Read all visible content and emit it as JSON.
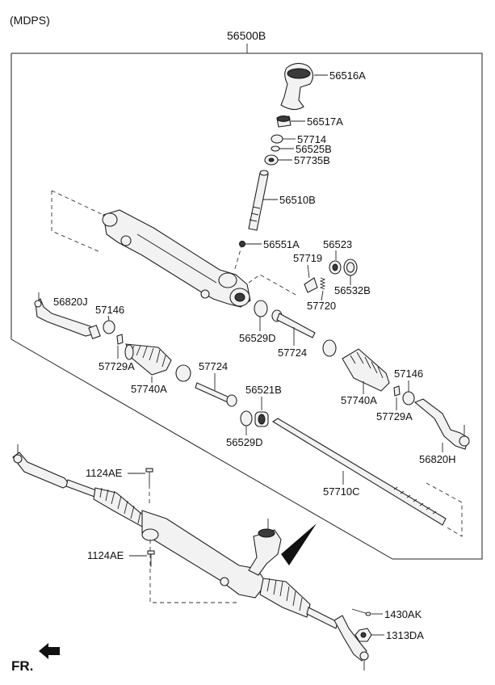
{
  "header": "(MDPS)",
  "assembly_label": "56500B",
  "fr_label": "FR.",
  "parts": {
    "p56516A": "56516A",
    "p56517A": "56517A",
    "p57714": "57714",
    "p56525B": "56525B",
    "p57735B": "57735B",
    "p56510B": "56510B",
    "p56551A": "56551A",
    "p56523": "56523",
    "p57719": "57719",
    "p56532B": "56532B",
    "p57720": "57720",
    "p56820J": "56820J",
    "p57146_l": "57146",
    "p57729A_l": "57729A",
    "p57740A_l": "57740A",
    "p56529D_u": "56529D",
    "p57724_u": "57724",
    "p57724_m": "57724",
    "p56521B": "56521B",
    "p56529D_l": "56529D",
    "p57740A_r": "57740A",
    "p57146_r": "57146",
    "p57729A_r": "57729A",
    "p56820H": "56820H",
    "p57710C": "57710C",
    "p1124AE_u": "1124AE",
    "p1124AE_l": "1124AE",
    "p1430AK": "1430AK",
    "p1313DA": "1313DA"
  }
}
